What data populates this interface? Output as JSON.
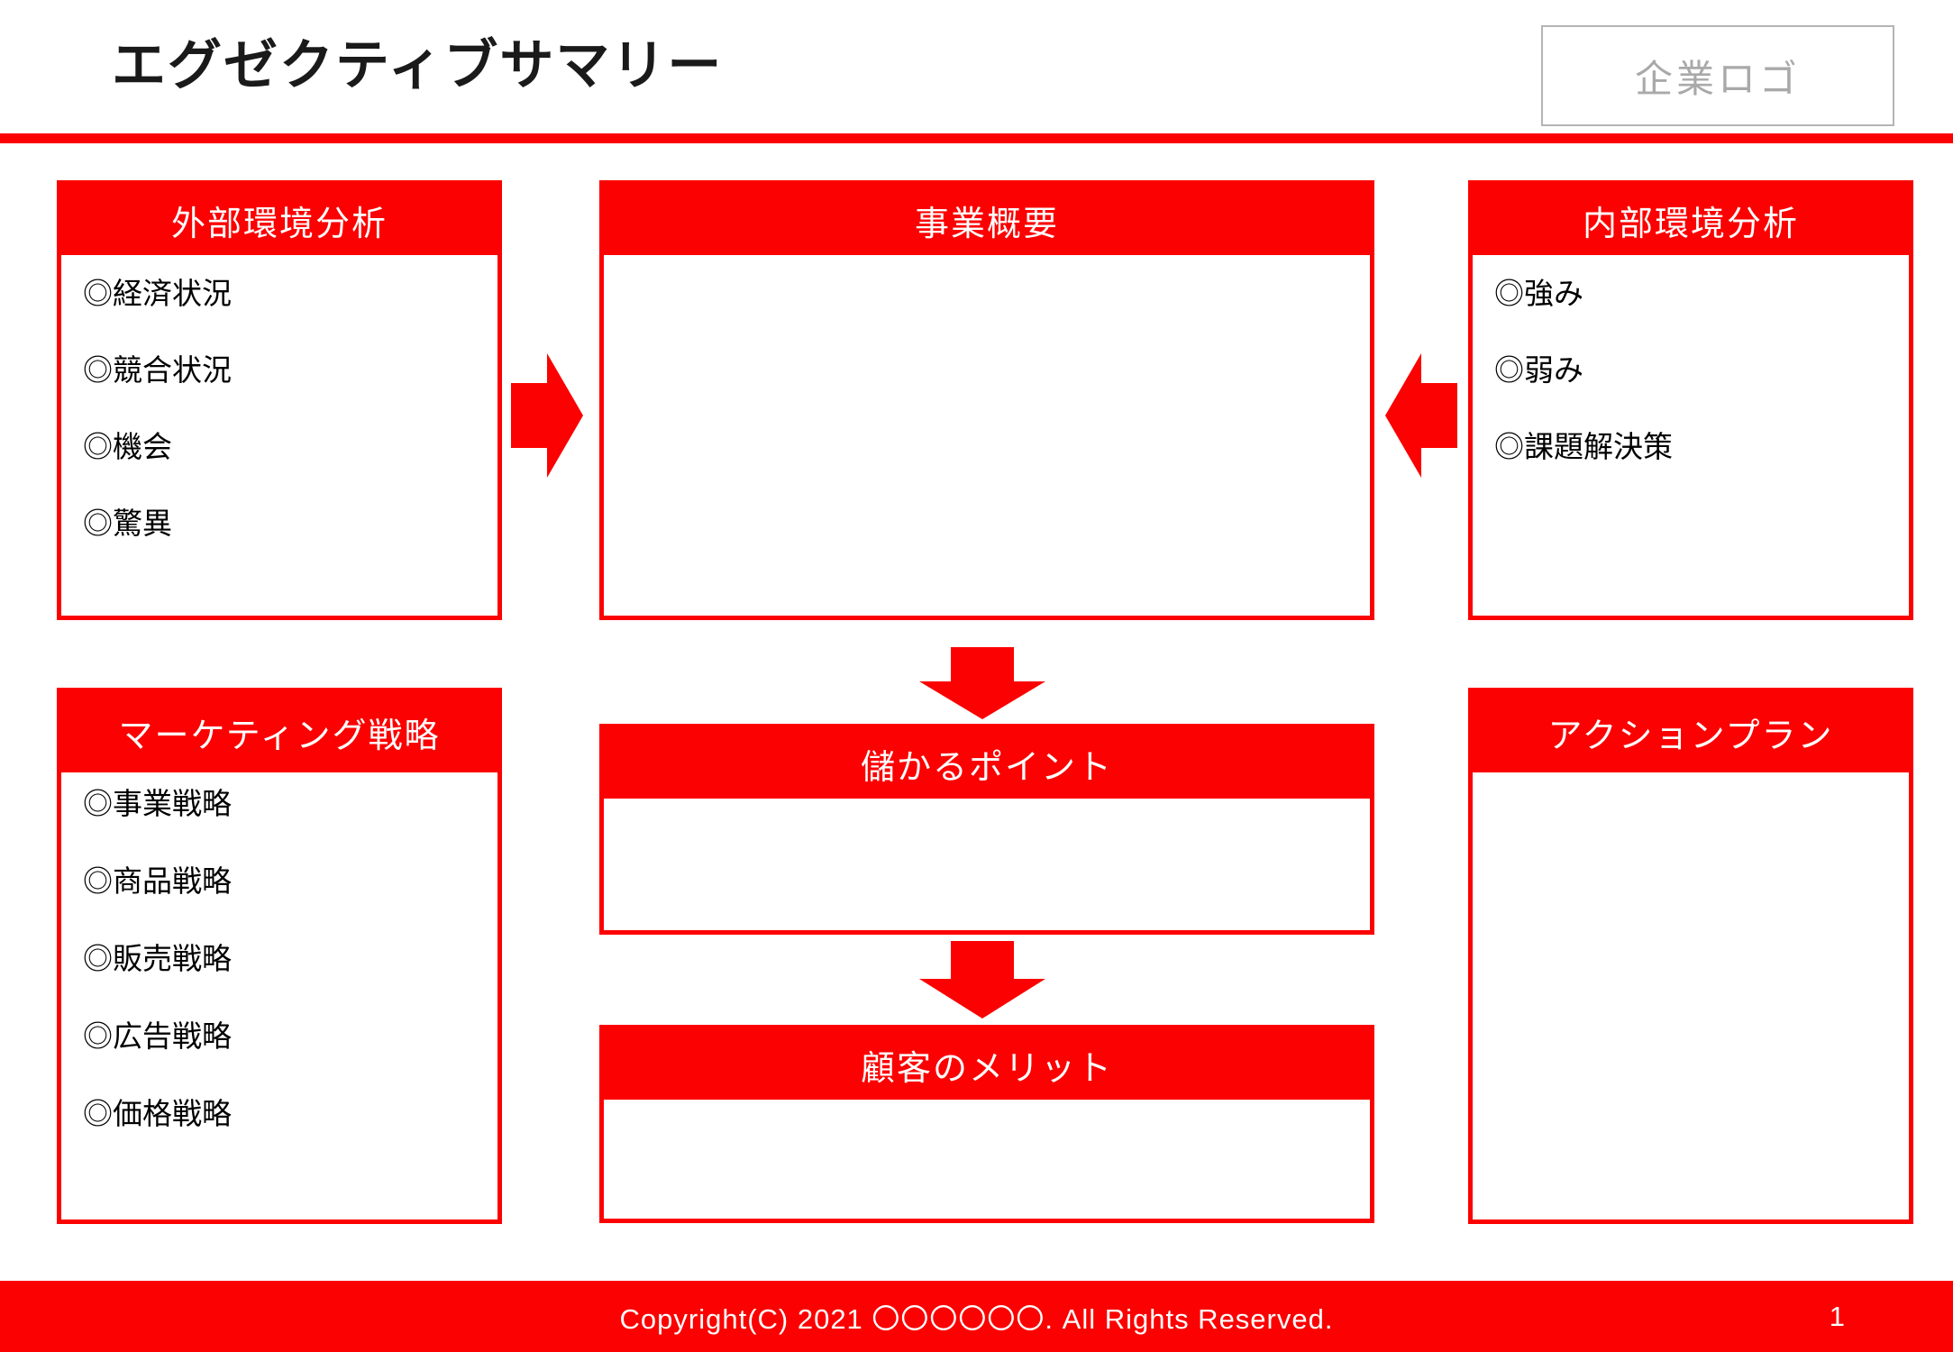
{
  "page": {
    "title": "エグゼクティブサマリー",
    "logo_placeholder": "企業ロゴ",
    "copyright": "Copyright(C) 2021 〇〇〇〇〇〇. All Rights Reserved.",
    "page_number": "1"
  },
  "colors": {
    "accent_red": "#fc0101",
    "logo_gray": "#a9a9a9"
  },
  "boxes": {
    "external_analysis": {
      "title": "外部環境分析",
      "items": [
        "◎経済状況",
        "◎競合状況",
        "◎機会",
        "◎驚異"
      ]
    },
    "business_overview": {
      "title": "事業概要"
    },
    "internal_analysis": {
      "title": "内部環境分析",
      "items": [
        "◎強み",
        "◎弱み",
        "◎課題解決策"
      ]
    },
    "marketing_strategy": {
      "title": "マーケティング戦略",
      "items": [
        "◎事業戦略",
        "◎商品戦略",
        "◎販売戦略",
        "◎広告戦略",
        "◎価格戦略"
      ]
    },
    "profit_points": {
      "title": "儲かるポイント"
    },
    "customer_merit": {
      "title": "顧客のメリット"
    },
    "action_plan": {
      "title": "アクションプラン"
    }
  },
  "icons": {
    "arrow_right": "block-arrow-right",
    "arrow_left": "block-arrow-left",
    "arrow_down": "block-arrow-down"
  }
}
